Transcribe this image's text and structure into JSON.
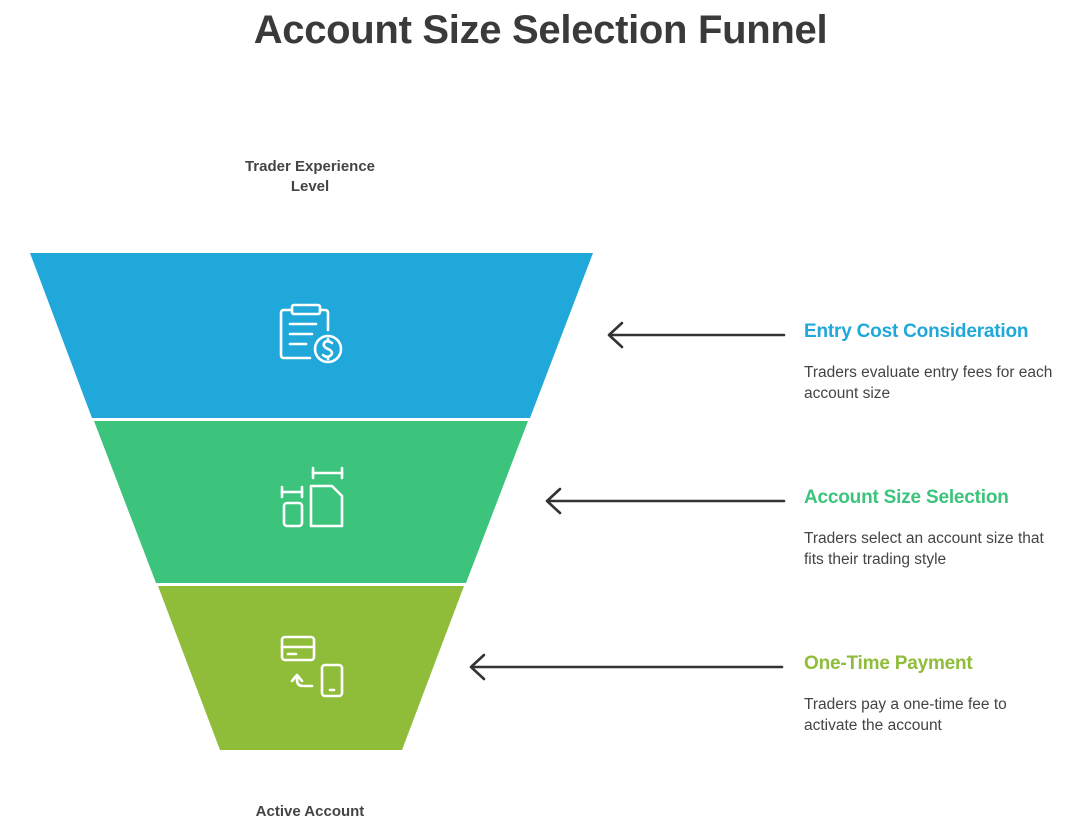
{
  "title": "Account Size Selection Funnel",
  "top_label": "Trader Experience Level",
  "bottom_label": "Active Account",
  "stages": [
    {
      "title": "Entry Cost Consideration",
      "description": "Traders evaluate entry fees for each account size",
      "color": "#1fa8d9",
      "icon": "clipboard-dollar-icon"
    },
    {
      "title": "Account Size Selection",
      "description": "Traders select an account size that fits their trading style",
      "color": "#3cc47c",
      "icon": "size-comparison-icon"
    },
    {
      "title": "One-Time Payment",
      "description": "Traders pay a one-time fee to activate the account",
      "color": "#8fbd3a",
      "icon": "card-to-phone-payment-icon"
    }
  ],
  "arrow_color": "#333333"
}
